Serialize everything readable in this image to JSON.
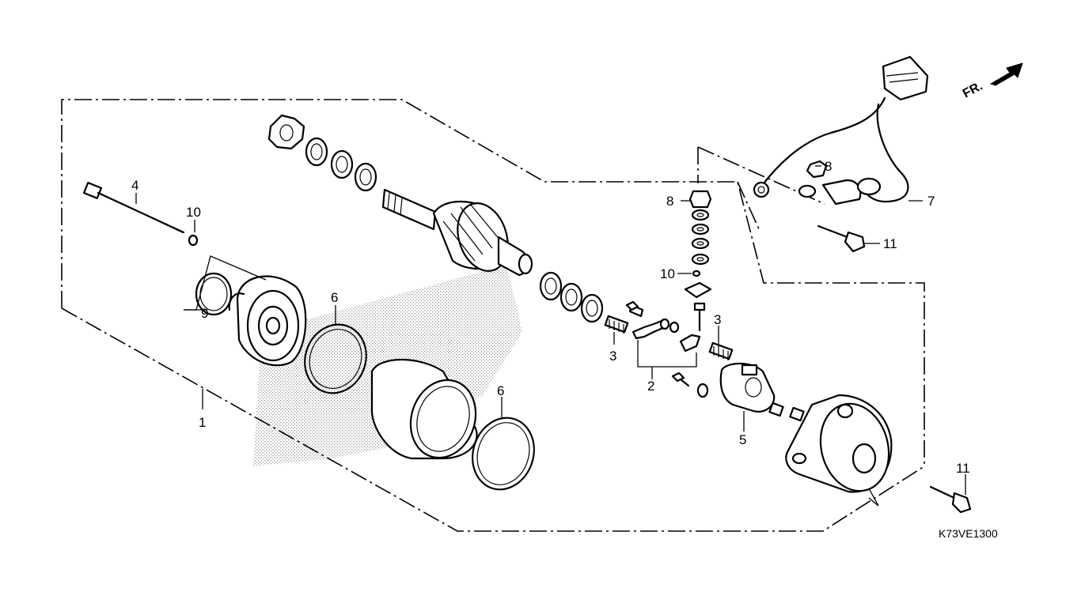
{
  "diagram": {
    "part_code": "K73VE1300",
    "direction_label": "FR.",
    "callouts": [
      {
        "id": "1",
        "text": "1"
      },
      {
        "id": "2",
        "text": "2"
      },
      {
        "id": "3a",
        "text": "3"
      },
      {
        "id": "3b",
        "text": "3"
      },
      {
        "id": "4",
        "text": "4"
      },
      {
        "id": "5",
        "text": "5"
      },
      {
        "id": "6a",
        "text": "6"
      },
      {
        "id": "6b",
        "text": "6"
      },
      {
        "id": "7",
        "text": "7"
      },
      {
        "id": "8a",
        "text": "8"
      },
      {
        "id": "8b",
        "text": "8"
      },
      {
        "id": "9",
        "text": "9"
      },
      {
        "id": "10a",
        "text": "10"
      },
      {
        "id": "10b",
        "text": "10"
      },
      {
        "id": "11a",
        "text": "11"
      },
      {
        "id": "11b",
        "text": "11"
      }
    ]
  }
}
